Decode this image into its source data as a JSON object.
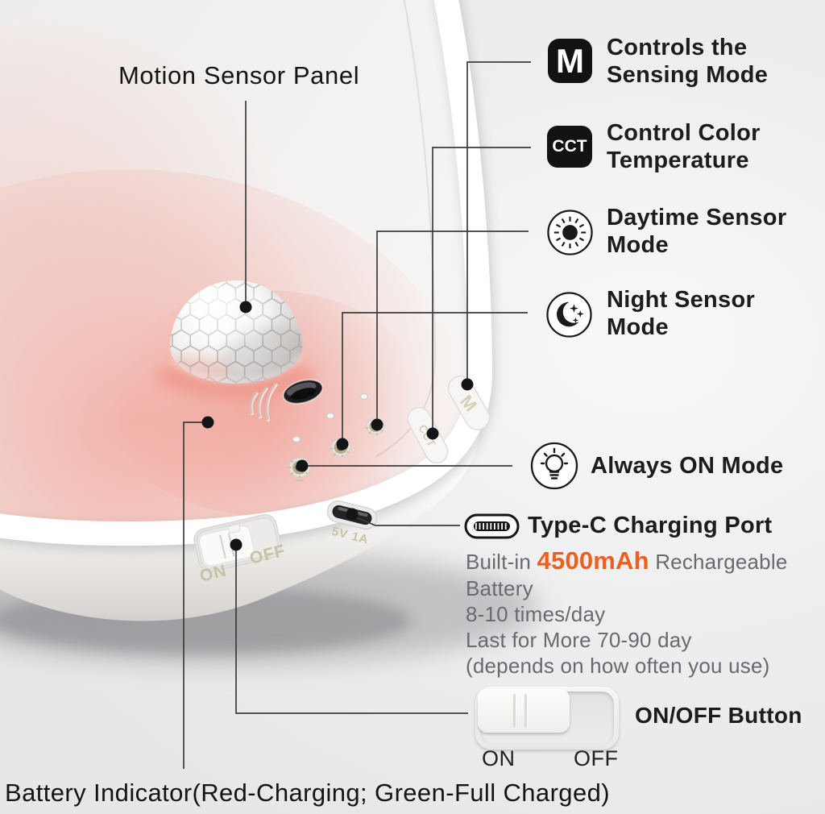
{
  "colors": {
    "accent_orange": "#EE5F1F",
    "heading_text": "#1C1C1E",
    "body_gray": "#696970",
    "emboss_tan": "#C8C2A2",
    "glow_red": "#F2A196",
    "leader_line": "#3C3C3E"
  },
  "labels": {
    "motion_panel": "Motion Sensor Panel",
    "m_mode": {
      "icon": "M",
      "line1": "Controls the",
      "line2": "Sensing Mode"
    },
    "cct_mode": {
      "icon": "CCT",
      "line1": "Control Color",
      "line2": "Temperature"
    },
    "daytime": {
      "line1": "Daytime Sensor",
      "line2": "Mode"
    },
    "night": {
      "line1": "Night Sensor",
      "line2": "Mode"
    },
    "always_on": "Always ON Mode",
    "type_c": "Type-C Charging Port",
    "battery": {
      "pre": "Built-in ",
      "capacity": "4500mAh",
      "post": " Rechargeable",
      "line2": "Battery",
      "line3": "8-10 times/day",
      "line4": "Last for More 70-90 day",
      "line5": "(depends on how often you use)"
    },
    "switch_figure": {
      "on": "ON",
      "off": "OFF",
      "label": "ON/OFF Button"
    },
    "battery_indicator": "Battery Indicator(Red-Charging; Green-Full Charged)"
  },
  "device_markings": {
    "on": "ON",
    "off": "OFF",
    "port": "5V 1A"
  }
}
